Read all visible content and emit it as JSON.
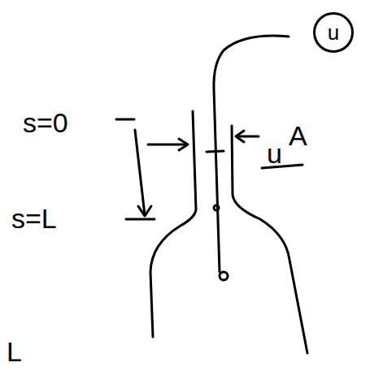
{
  "diagram": {
    "nodes": [
      {
        "text": [
          "u"
        ]
      }
    ],
    "labels": [
      "s=0",
      "s=L",
      "A",
      "u",
      "L"
    ]
  }
}
